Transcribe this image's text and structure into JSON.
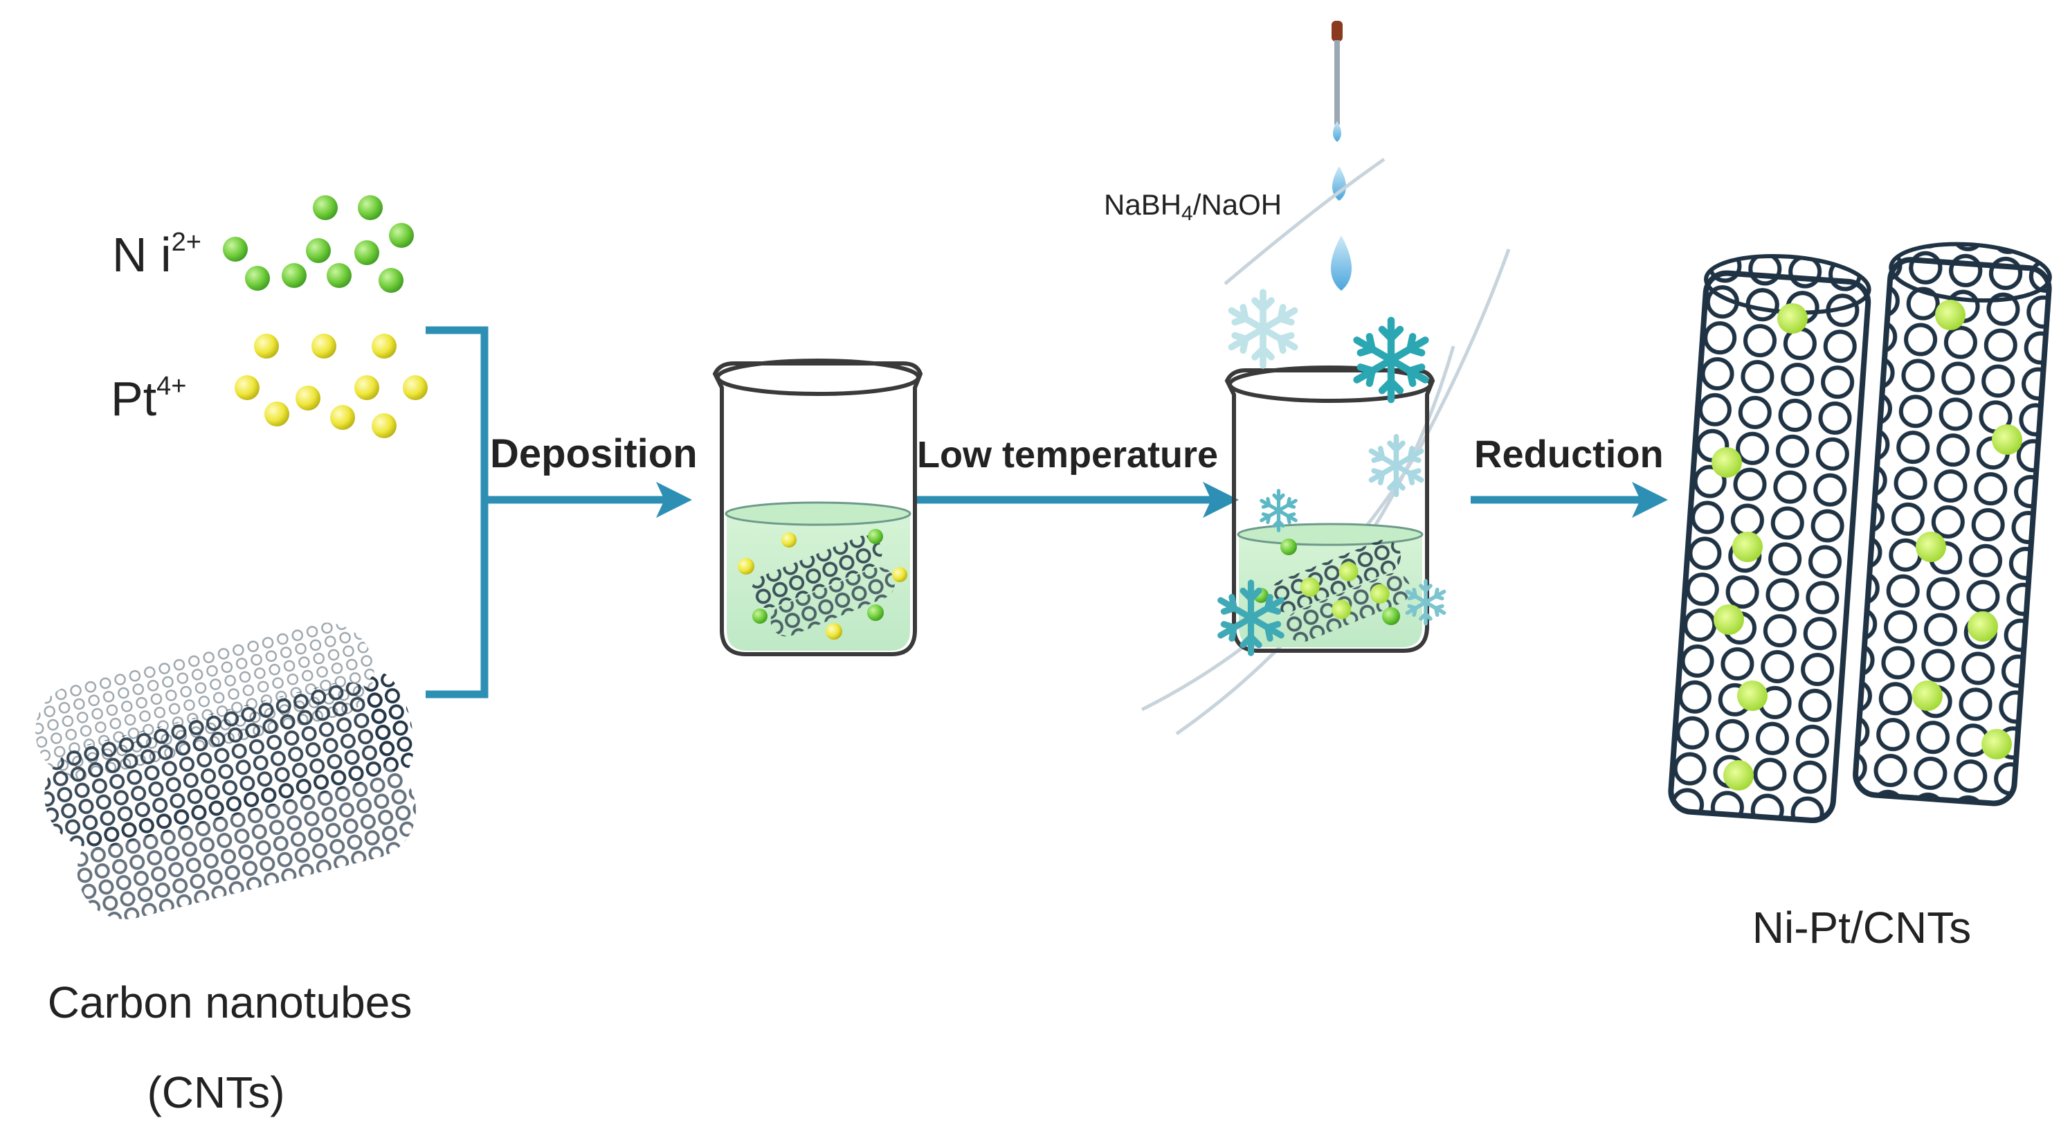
{
  "ions": {
    "ni": {
      "symbol": "N i",
      "charge": "2+",
      "color": "#7dd44a"
    },
    "pt": {
      "symbol": "Pt",
      "charge": "4+",
      "color": "#f2ef4e"
    }
  },
  "steps": {
    "deposition": "Deposition",
    "low_temperature": "Low temperature",
    "reduction": "Reduction"
  },
  "reagent": {
    "a": "NaBH",
    "sub": "4",
    "b": "/NaOH"
  },
  "labels": {
    "cnt_line1": "Carbon nanotubes",
    "cnt_line2": "(CNTs)",
    "product": "Ni-Pt/CNTs"
  },
  "colors": {
    "arrow": "#2e8fb5",
    "nanotube": "#243646",
    "solution": "#cfefd0",
    "snowflake": "#4fb8c0",
    "droplet": "#7fc4e8"
  }
}
